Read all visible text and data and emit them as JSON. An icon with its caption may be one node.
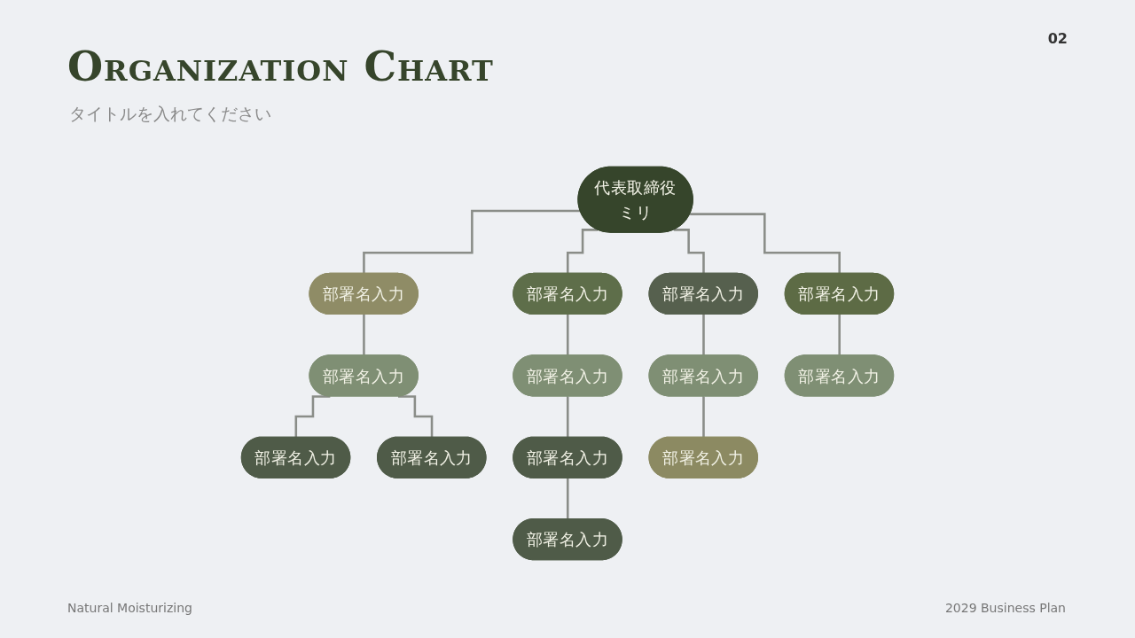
{
  "diagram": {
    "title": "Organization Chart",
    "caption": "タイトルを入れてください",
    "nodes": [
      {
        "text": [
          "代表取締役",
          "ミリ"
        ]
      },
      {
        "text": [
          "部署名入力"
        ]
      },
      {
        "text": [
          "部署名入力"
        ]
      },
      {
        "text": [
          "部署名入力"
        ]
      },
      {
        "text": [
          "部署名入力"
        ]
      },
      {
        "text": [
          "部署名入力"
        ]
      },
      {
        "text": [
          "部署名入力"
        ]
      },
      {
        "text": [
          "部署名入力"
        ]
      },
      {
        "text": [
          "部署名入力"
        ]
      },
      {
        "text": [
          "部署名入力"
        ]
      },
      {
        "text": [
          "部署名入力"
        ]
      },
      {
        "text": [
          "部署名入力"
        ]
      },
      {
        "text": [
          "部署名入力"
        ]
      },
      {
        "text": [
          "部署名入力"
        ]
      }
    ],
    "edges": [
      {
        "from": 0,
        "to": 1,
        "arrow": "none"
      },
      {
        "from": 0,
        "to": 2,
        "arrow": "none"
      },
      {
        "from": 0,
        "to": 3,
        "arrow": "none"
      },
      {
        "from": 0,
        "to": 4,
        "arrow": "none"
      },
      {
        "from": 1,
        "to": 5,
        "arrow": "none"
      },
      {
        "from": 2,
        "to": 6,
        "arrow": "none"
      },
      {
        "from": 3,
        "to": 7,
        "arrow": "none"
      },
      {
        "from": 4,
        "to": 8,
        "arrow": "none"
      },
      {
        "from": 5,
        "to": 9,
        "arrow": "none"
      },
      {
        "from": 5,
        "to": 10,
        "arrow": "none"
      },
      {
        "from": 6,
        "to": 11,
        "arrow": "none"
      },
      {
        "from": 11,
        "to": 12,
        "arrow": "none"
      },
      {
        "from": 7,
        "to": 13,
        "arrow": "none"
      }
    ],
    "labels": [
      "02",
      "Natural Moisturizing",
      "2029 Business Plan"
    ]
  }
}
